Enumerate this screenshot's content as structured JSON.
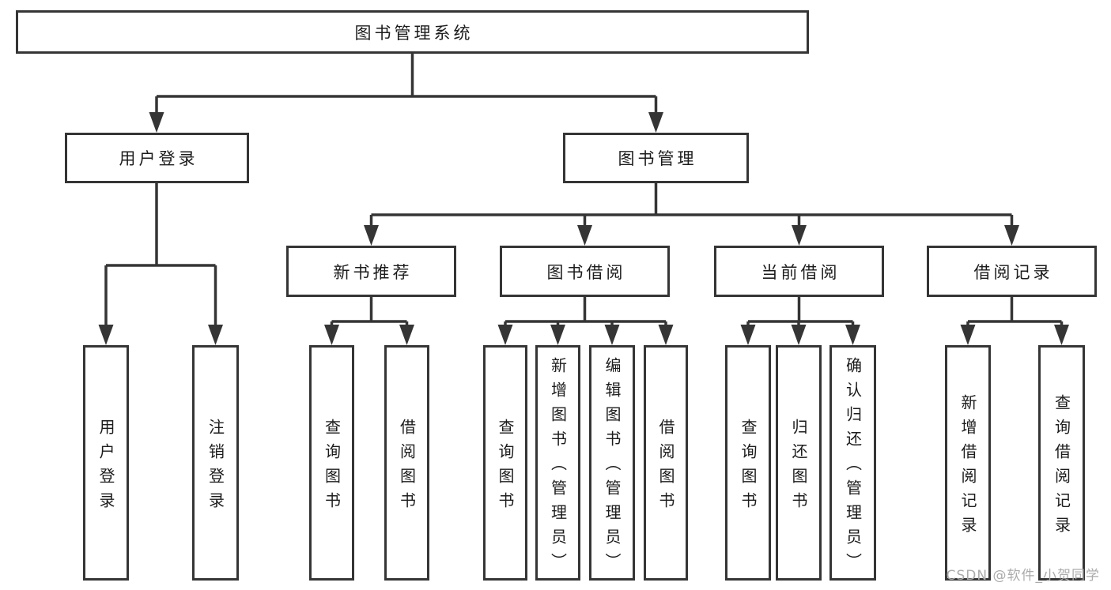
{
  "nodes": {
    "root": "图书管理系统",
    "user_login": "用户登录",
    "book_mgmt": "图书管理",
    "new_book_rec": "新书推荐",
    "book_borrow": "图书借阅",
    "current_borrow": "当前借阅",
    "borrow_records": "借阅记录",
    "leaf_user_login": "用户登录",
    "leaf_logout": "注销登录",
    "rec_query_books": "查询图书",
    "rec_borrow_books": "借阅图书",
    "bb_query_books": "查询图书",
    "bb_add_books_admin": "新增图书（管理员）",
    "bb_edit_books_admin": "编辑图书（管理员）",
    "bb_borrow_books": "借阅图书",
    "cb_query_books": "查询图书",
    "cb_return_books": "归还图书",
    "cb_confirm_return_admin": "确认归还（管理员）",
    "br_add_record": "新增借阅记录",
    "br_query_record": "查询借阅记录"
  },
  "watermark": "CSDN @软件_小贺同学",
  "colors": {
    "line": "#353535",
    "text": "#1c1c1c",
    "background": "#ffffff",
    "watermark": "#ababab"
  }
}
